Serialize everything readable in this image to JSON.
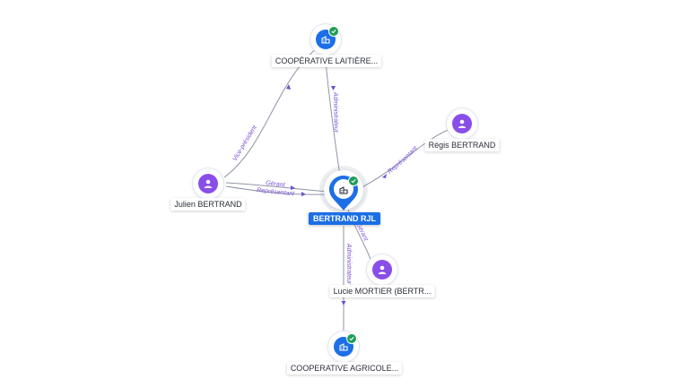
{
  "nodes": {
    "coop_laitiere": {
      "label": "COOPÉRATIVE LAITIÈRE...",
      "type": "company",
      "verified": true,
      "icon": "building-icon"
    },
    "regis": {
      "label": "Régis BERTRAND",
      "type": "person",
      "icon": "person-icon"
    },
    "julien": {
      "label": "Julien BERTRAND",
      "type": "person",
      "icon": "person-icon"
    },
    "bertrand_rjl": {
      "label": "BERTRAND RJL",
      "type": "company",
      "verified": true,
      "focus": true,
      "icon": "building-icon"
    },
    "lucie": {
      "label": "Lucie MORTIER (BERTR...",
      "type": "person",
      "icon": "person-icon"
    },
    "coop_agricole": {
      "label": "COOPERATIVE AGRICOLE...",
      "type": "company",
      "verified": true,
      "icon": "building-icon"
    }
  },
  "edges": {
    "vice_president": {
      "label": "Vice-président",
      "from": "julien",
      "to": "coop_laitiere"
    },
    "administrateur_top": {
      "label": "Administrateur",
      "from": "bertrand_rjl",
      "to": "coop_laitiere"
    },
    "representant_regis": {
      "label": "Représentant",
      "from": "regis",
      "to": "bertrand_rjl"
    },
    "gerant_julien": {
      "label": "Gérant",
      "from": "julien",
      "to": "bertrand_rjl"
    },
    "representant_julien": {
      "label": "Représentant",
      "from": "julien",
      "to": "bertrand_rjl"
    },
    "gerant_lucie": {
      "label": "Gérant",
      "from": "lucie",
      "to": "bertrand_rjl"
    },
    "administrateur_bottom": {
      "label": "Administrateur",
      "from": "bertrand_rjl",
      "to": "coop_agricole"
    }
  },
  "colors": {
    "person": "#8a4ee8",
    "company": "#1c6fe6",
    "verified": "#1e9e58",
    "edge": "#8e95a6",
    "edge_label": "#7a52d6"
  }
}
